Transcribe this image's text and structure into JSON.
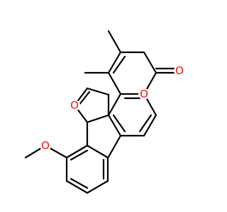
{
  "molecule": {
    "atom_labels": [
      {
        "id": "furan-oxygen",
        "text": "O"
      },
      {
        "id": "pyranone-ring-oxygen",
        "text": "O"
      },
      {
        "id": "carbonyl-oxygen",
        "text": "O"
      },
      {
        "id": "methoxy-oxygen",
        "text": "O"
      }
    ],
    "colors": {
      "oxygen": "#ff0d0d",
      "bond": "#000000",
      "background": "#ffffff"
    }
  }
}
